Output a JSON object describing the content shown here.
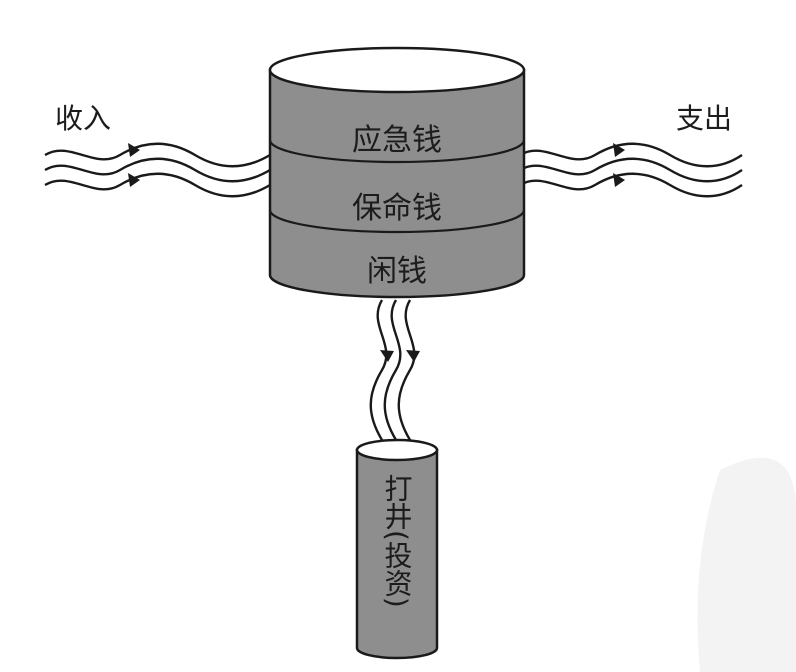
{
  "flows": {
    "income_label": "收入",
    "expense_label": "支出"
  },
  "tank": {
    "layers": [
      {
        "label": "应急钱"
      },
      {
        "label": "保命钱"
      },
      {
        "label": "闲钱"
      }
    ]
  },
  "well": {
    "label": "打井(投资)"
  },
  "colors": {
    "tank_fill": "#8e8e8e",
    "tank_top": "#ffffff",
    "outline": "#1a1a1a",
    "text": "#1c1c1c"
  }
}
